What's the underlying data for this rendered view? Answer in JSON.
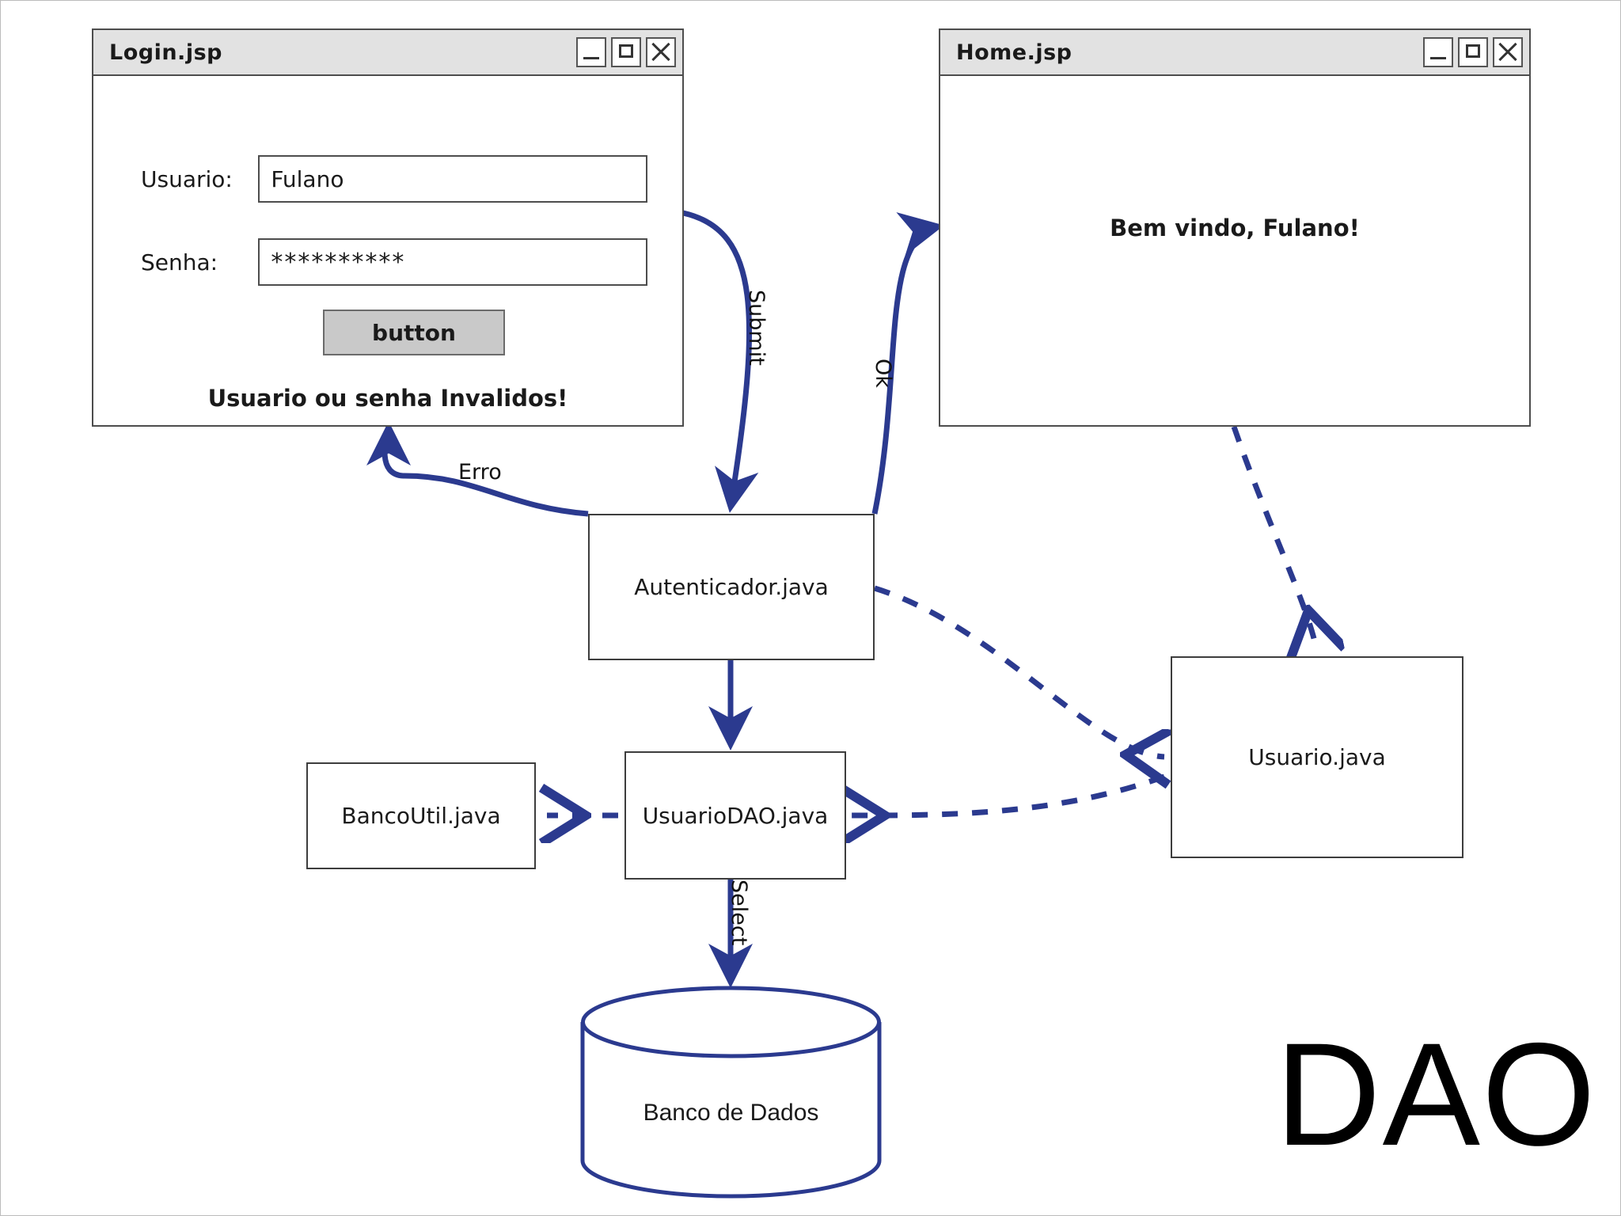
{
  "diagram": {
    "watermark": "DAO",
    "accent_color": "#2b3a8f",
    "node_border_color": "#3d3d3d",
    "titlebar_color": "#e2e2e2",
    "button_fill": "#c9c9c9"
  },
  "login_window": {
    "title": "Login.jsp",
    "controls": {
      "minimize": "minimize",
      "maximize": "maximize",
      "close": "close"
    },
    "fields": [
      {
        "label": "Usuario:",
        "value": "Fulano",
        "placeholder": ""
      },
      {
        "label": "Senha:",
        "value": "**********",
        "placeholder": ""
      }
    ],
    "submit_button": "button",
    "error_message": "Usuario ou senha Invalidos!"
  },
  "home_window": {
    "title": "Home.jsp",
    "controls": {
      "minimize": "minimize",
      "maximize": "maximize",
      "close": "close"
    },
    "welcome_message": "Bem vindo, Fulano!"
  },
  "nodes": [
    {
      "id": "autenticador",
      "label": "Autenticador.java"
    },
    {
      "id": "usuariodao",
      "label": "UsuarioDAO.java"
    },
    {
      "id": "bancoutil",
      "label": "BancoUtil.java"
    },
    {
      "id": "usuario",
      "label": "Usuario.java"
    },
    {
      "id": "banco",
      "label": "Banco de Dados"
    }
  ],
  "edges": [
    {
      "id": "submit",
      "label": "Submit",
      "from": "Login.jsp",
      "to": "Autenticador.java",
      "style": "solid"
    },
    {
      "id": "ok",
      "label": "Ok",
      "from": "Autenticador.java",
      "to": "Home.jsp",
      "style": "solid"
    },
    {
      "id": "erro",
      "label": "Erro",
      "from": "Autenticador.java",
      "to": "Login.jsp",
      "style": "solid"
    },
    {
      "id": "aut-dao",
      "label": "",
      "from": "Autenticador.java",
      "to": "UsuarioDAO.java",
      "style": "solid"
    },
    {
      "id": "select",
      "label": "Select",
      "from": "UsuarioDAO.java",
      "to": "Banco de Dados",
      "style": "solid"
    },
    {
      "id": "dao-bancoutil",
      "label": "",
      "from": "UsuarioDAO.java",
      "to": "BancoUtil.java",
      "style": "dashed"
    },
    {
      "id": "aut-usuario",
      "label": "",
      "from": "Autenticador.java",
      "to": "Usuario.java",
      "style": "dashed"
    },
    {
      "id": "usuario-dao",
      "label": "",
      "from": "Usuario.java",
      "to": "UsuarioDAO.java",
      "style": "dashed"
    },
    {
      "id": "home-usuario",
      "label": "",
      "from": "Home.jsp",
      "to": "Usuario.java",
      "style": "dashed"
    }
  ]
}
